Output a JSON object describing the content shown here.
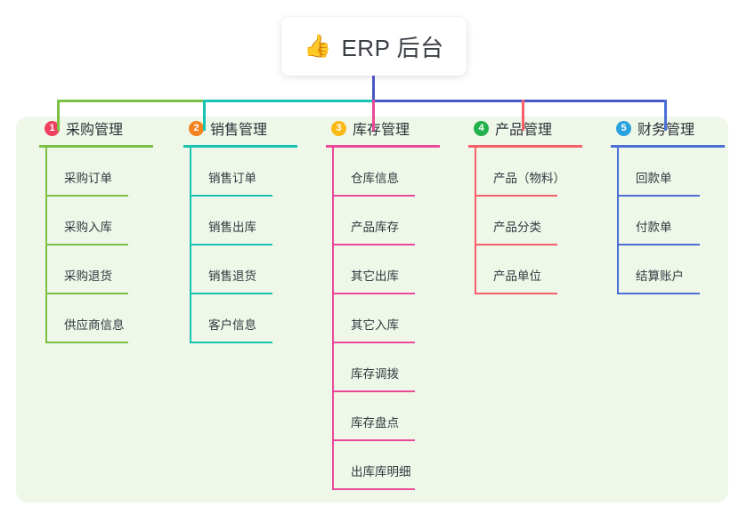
{
  "root": {
    "icon": "thumbs-up-icon",
    "icon_glyph": "👍",
    "title": "ERP 后台",
    "stem_color": "#4a56c4"
  },
  "panel": {
    "background": "#eff7e9"
  },
  "columns": [
    {
      "number": "1",
      "title": "采购管理",
      "badge_color": "#ef4060",
      "line_color": "#7ac143",
      "bus_color": "#7ac143",
      "items": [
        {
          "label": "采购订单"
        },
        {
          "label": "采购入库"
        },
        {
          "label": "采购退货"
        },
        {
          "label": "供应商信息"
        }
      ]
    },
    {
      "number": "2",
      "title": "销售管理",
      "badge_color": "#f58220",
      "line_color": "#17c3b2",
      "bus_color": "#17c3b2",
      "items": [
        {
          "label": "销售订单"
        },
        {
          "label": "销售出库"
        },
        {
          "label": "销售退货"
        },
        {
          "label": "客户信息"
        }
      ]
    },
    {
      "number": "3",
      "title": "库存管理",
      "badge_color": "#fbb916",
      "line_color": "#ec4899",
      "bus_color": "#4a56c4",
      "items": [
        {
          "label": "仓库信息"
        },
        {
          "label": "产品库存"
        },
        {
          "label": "其它出库"
        },
        {
          "label": "其它入库"
        },
        {
          "label": "库存调拨"
        },
        {
          "label": "库存盘点"
        },
        {
          "label": "出库库明细"
        }
      ]
    },
    {
      "number": "4",
      "title": "产品管理",
      "badge_color": "#22b24c",
      "line_color": "#f5606a",
      "bus_color": "#4a56c4",
      "items": [
        {
          "label": "产品（物料）"
        },
        {
          "label": "产品分类"
        },
        {
          "label": "产品单位"
        }
      ]
    },
    {
      "number": "5",
      "title": "财务管理",
      "badge_color": "#29a3e0",
      "line_color": "#4a6fd6",
      "bus_color": "#4a56c4",
      "items": [
        {
          "label": "回款单"
        },
        {
          "label": "付款单"
        },
        {
          "label": "结算账户"
        }
      ]
    }
  ]
}
